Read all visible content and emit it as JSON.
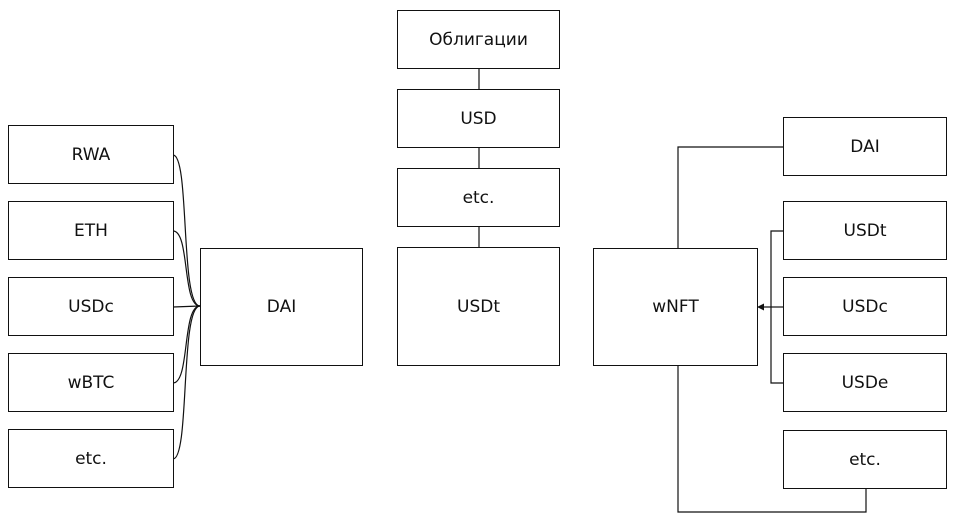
{
  "left_group": {
    "sources": [
      "RWA",
      "ETH",
      "USDc",
      "wBTC",
      "etc."
    ],
    "target": "DAI"
  },
  "middle_group": {
    "stack": [
      "Облигации",
      "USD",
      "etc.",
      "USDt"
    ]
  },
  "right_group": {
    "center": "wNFT",
    "top": "DAI",
    "inputs": [
      "USDt",
      "USDc",
      "USDe"
    ],
    "bottom": "etc."
  }
}
